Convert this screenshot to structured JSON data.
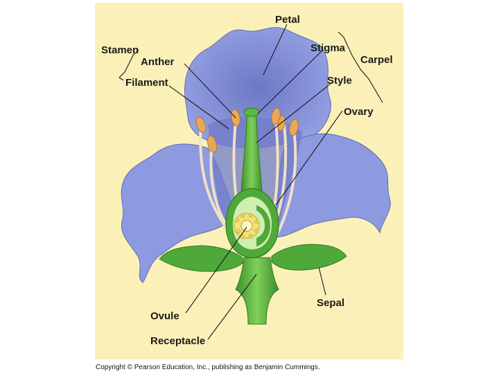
{
  "diagram": {
    "labels": {
      "petal": "Petal",
      "stamen": "Stamen",
      "anther": "Anther",
      "filament": "Filament",
      "stigma": "Stigma",
      "carpel": "Carpel",
      "style": "Style",
      "ovary": "Ovary",
      "sepal": "Sepal",
      "ovule": "Ovule",
      "receptacle": "Receptacle"
    },
    "copyright": "Copyright © Pearson Education, Inc., publishing as Benjamin Cummings."
  },
  "colors": {
    "background": "#fbf1b8",
    "petal": "#8e9ae0",
    "petal_shade": "#6f7bc8",
    "stem": "#4fa83a",
    "stem_light": "#7fd05a",
    "anther": "#e8a85a",
    "filament": "#efe1c6",
    "ovule": "#f2e27a"
  }
}
